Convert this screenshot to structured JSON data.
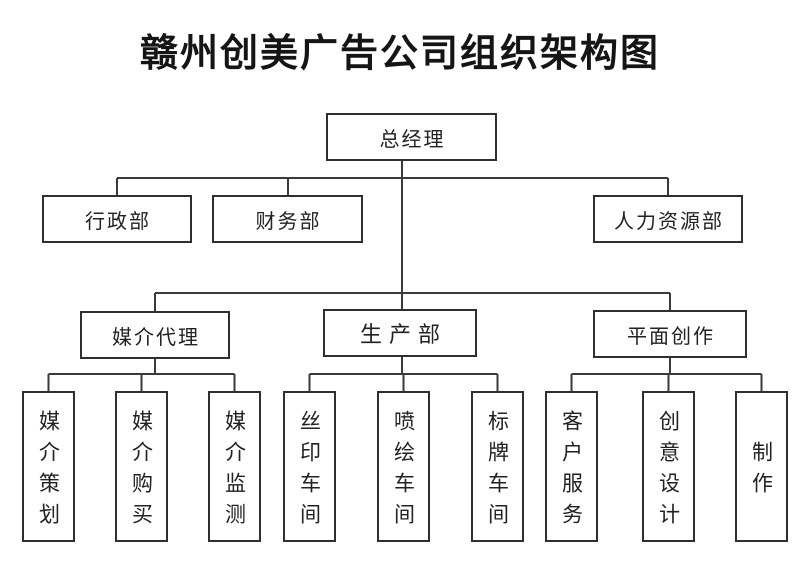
{
  "title": "赣州创美广告公司组织架构图",
  "org": {
    "root": {
      "label": "总经理"
    },
    "departments": [
      {
        "label": "行政部"
      },
      {
        "label": "财务部"
      },
      {
        "label": "人力资源部"
      }
    ],
    "divisions": [
      {
        "label": "媒介代理",
        "children": [
          {
            "label": "媒介策划"
          },
          {
            "label": "媒介购买"
          },
          {
            "label": "媒介监测"
          }
        ]
      },
      {
        "label": "生产部",
        "children": [
          {
            "label": "丝印车间"
          },
          {
            "label": "喷绘车间"
          },
          {
            "label": "标牌车间"
          }
        ]
      },
      {
        "label": "平面创作",
        "children": [
          {
            "label": "客户服务"
          },
          {
            "label": "创意设计"
          },
          {
            "label": "制作"
          }
        ]
      }
    ]
  },
  "colors": {
    "background": "#ffffff",
    "box_border": "#2f2f2f",
    "connector_line": "#3a3a3a",
    "text": "#222222",
    "title_text": "#151515"
  }
}
